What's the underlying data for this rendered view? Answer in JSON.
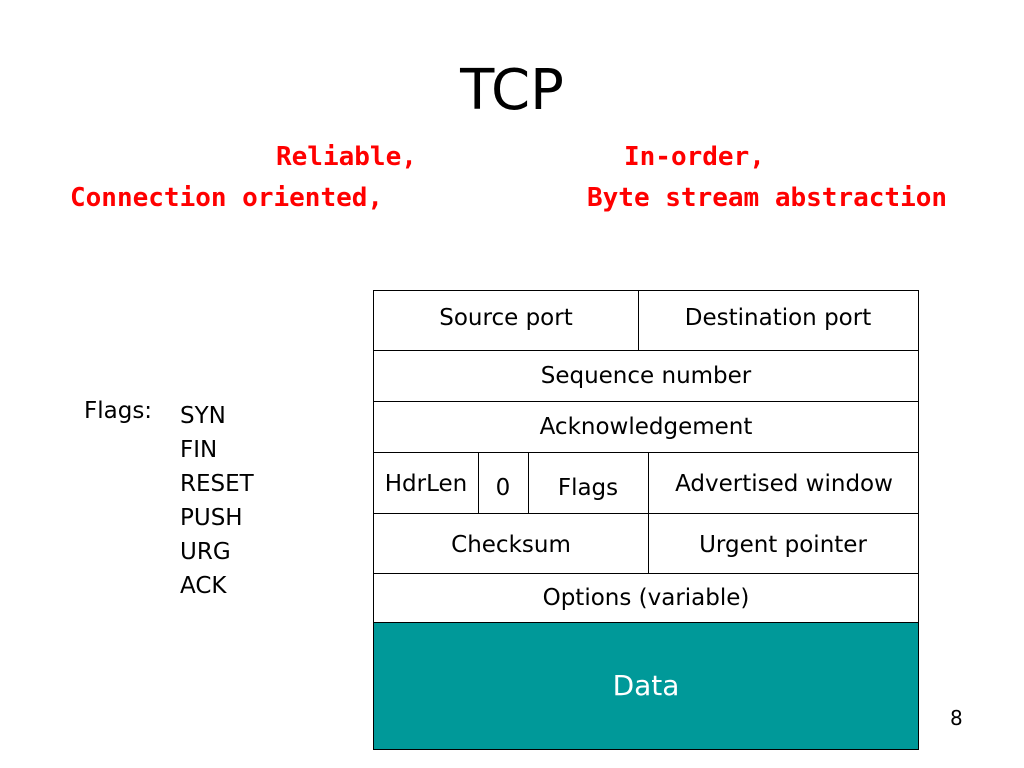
{
  "title": "TCP",
  "features": {
    "reliable": "Reliable,",
    "in_order": "In-order,",
    "connection_oriented": "Connection oriented,",
    "byte_stream": "Byte stream abstraction"
  },
  "flags_legend": {
    "label": "Flags:",
    "items": [
      "SYN",
      "FIN",
      "RESET",
      "PUSH",
      "URG",
      "ACK"
    ]
  },
  "header": {
    "source_port": "Source port",
    "destination_port": "Destination port",
    "sequence_number": "Sequence number",
    "acknowledgement": "Acknowledgement",
    "hdrlen": "HdrLen",
    "zero": "0",
    "flags": "Flags",
    "advertised_window": "Advertised window",
    "checksum": "Checksum",
    "urgent_pointer": "Urgent pointer",
    "options": "Options (variable)",
    "data": "Data"
  },
  "colors": {
    "accent_red": "#ff0000",
    "data_fill": "#009999"
  },
  "page_number": "8"
}
